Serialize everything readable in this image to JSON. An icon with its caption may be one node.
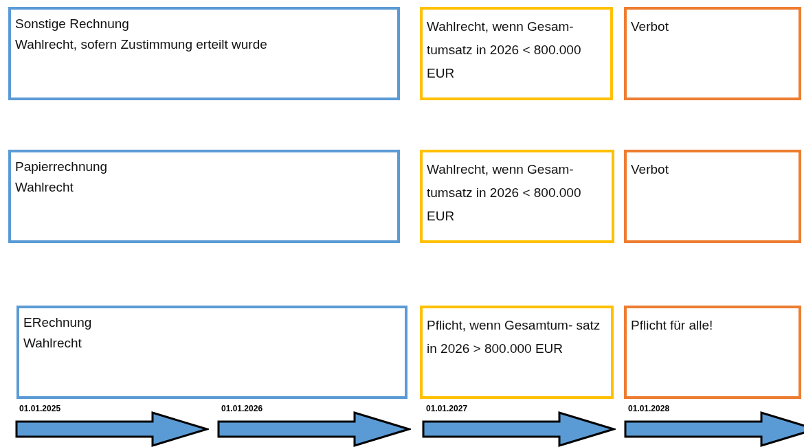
{
  "diagram": {
    "nodes": [
      {
        "text": [
          "Sonstige Rechnung",
          "Wahlrecht, sofern Zustimmung erteilt wurde"
        ]
      },
      {
        "text": [
          "Wahlrecht, wenn Gesam- tumsatz in 2026 < 800.000 EUR"
        ]
      },
      {
        "text": [
          "Verbot"
        ]
      },
      {
        "text": [
          "Papierrechnung",
          "Wahlrecht"
        ]
      },
      {
        "text": [
          "Wahlrecht, wenn Gesam- tumsatz in 2026 < 800.000 EUR"
        ]
      },
      {
        "text": [
          "Verbot"
        ]
      },
      {
        "text": [
          "ERechnung",
          "Wahlrecht"
        ]
      },
      {
        "text": [
          "Pflicht, wenn Gesamtum- satz in 2026 > 800.000 EUR"
        ]
      },
      {
        "text": [
          "Pflicht für alle!"
        ]
      }
    ],
    "edges": [],
    "labels": [
      "01.01.2025",
      "01.01.2026",
      "01.01.2027",
      "01.01.2028"
    ]
  }
}
